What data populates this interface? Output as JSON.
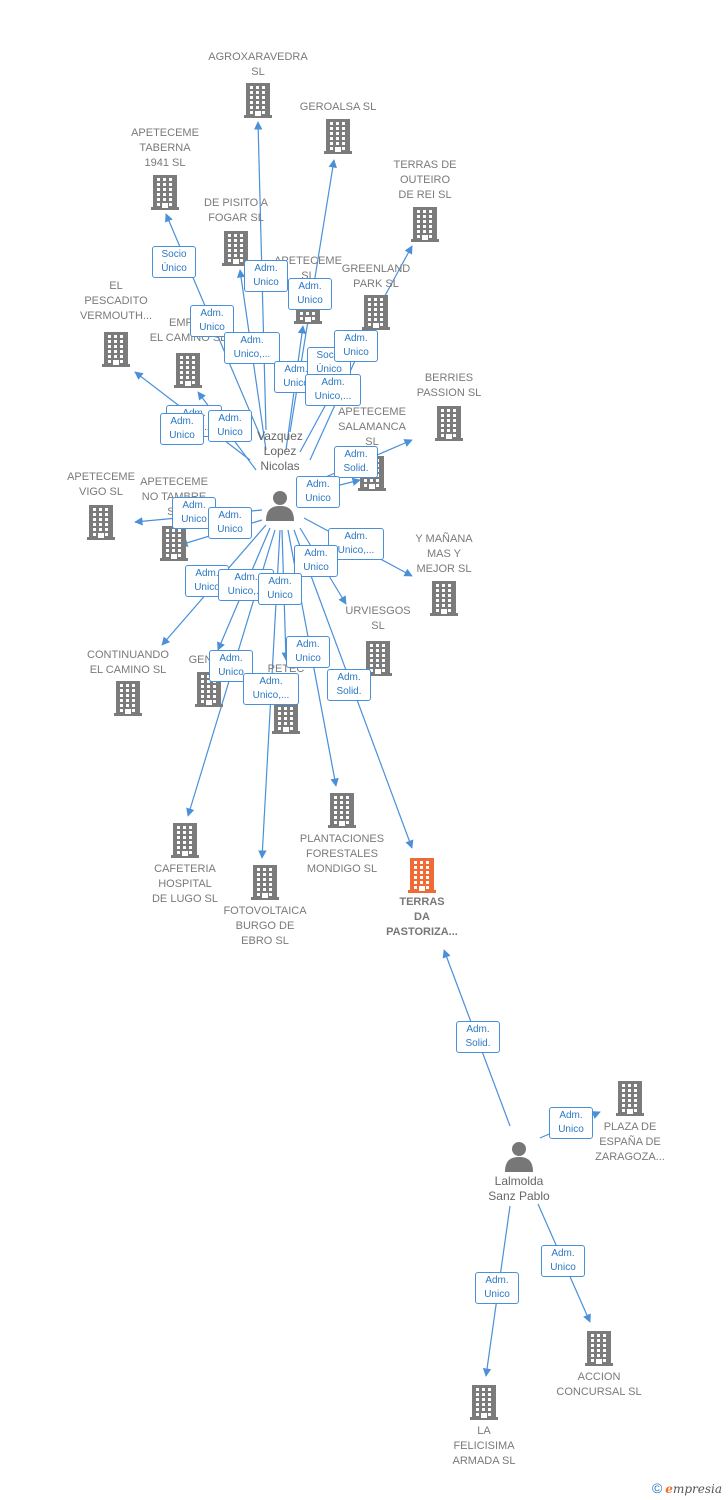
{
  "colors": {
    "edge": "#4a90d9",
    "building": "#7b7b7b",
    "building_main": "#f06a35",
    "person": "#777777",
    "text": "#7a7a7a"
  },
  "people": [
    {
      "id": "vazquez",
      "name": "Vazquez\nLopez\nNicolas",
      "label_pos": "above"
    },
    {
      "id": "lalmolda",
      "name": "Lalmolda\nSanz Pablo",
      "label_pos": "below"
    }
  ],
  "companies": [
    {
      "id": "agroxaravedra",
      "name": "AGROXARAVEDRA\nSL",
      "label_pos": "above"
    },
    {
      "id": "geroalsa",
      "name": "GEROALSA  SL",
      "label_pos": "above"
    },
    {
      "id": "taberna",
      "name": "APETECEME\nTABERNA\n1941  SL",
      "label_pos": "above"
    },
    {
      "id": "depisito",
      "name": "DE PISITO A\nFOGAR  SL",
      "label_pos": "above"
    },
    {
      "id": "apeteceme_sl",
      "name": "APETECEME\nSL",
      "label_pos": "above"
    },
    {
      "id": "outeiro",
      "name": "TERRAS DE\nOUTEIRO\nDE REI  SL",
      "label_pos": "above"
    },
    {
      "id": "greenland",
      "name": "GREENLAND\nPARK  SL",
      "label_pos": "above"
    },
    {
      "id": "pescadito",
      "name": "EL\nPESCADITO\nVERMOUTH...",
      "label_pos": "above"
    },
    {
      "id": "empez",
      "name": "EMPEZ\nEL CAMINO SL",
      "label_pos": "above"
    },
    {
      "id": "berries",
      "name": "BERRIES\nPASSION  SL",
      "label_pos": "above"
    },
    {
      "id": "salamanca",
      "name": "APETECEME\nSALAMANCA\nSL",
      "label_pos": "above"
    },
    {
      "id": "vigo",
      "name": "APETECEME\nVIGO  SL",
      "label_pos": "above"
    },
    {
      "id": "notambre",
      "name": "APETECEME\nNO TAMBRE\nSL",
      "label_pos": "above"
    },
    {
      "id": "ymanana",
      "name": "Y MAÑANA\nMAS Y\nMEJOR  SL",
      "label_pos": "above"
    },
    {
      "id": "urviesgos",
      "name": "URVIESGOS\nSL",
      "label_pos": "above"
    },
    {
      "id": "continuando",
      "name": "CONTINUANDO\nEL CAMINO  SL",
      "label_pos": "above"
    },
    {
      "id": "geniva",
      "name": "GENIVA",
      "label_pos": "above"
    },
    {
      "id": "petec",
      "name": "PETEC\nSL",
      "label_pos": "above"
    },
    {
      "id": "cafeteria",
      "name": "CAFETERIA\nHOSPITAL\nDE LUGO  SL",
      "label_pos": "below"
    },
    {
      "id": "plantaciones",
      "name": "PLANTACIONES\nFORESTALES\nMONDIGO  SL",
      "label_pos": "below"
    },
    {
      "id": "fotovoltaica",
      "name": "FOTOVOLTAICA\nBURGO DE\nEBRO  SL",
      "label_pos": "below"
    },
    {
      "id": "pastoriza",
      "name": "TERRAS\nDA\nPASTORIZA...",
      "label_pos": "below",
      "main": true
    },
    {
      "id": "plaza",
      "name": "PLAZA DE\nESPAÑA DE\nZARAGOZA...",
      "label_pos": "below"
    },
    {
      "id": "accion",
      "name": "ACCION\nCONCURSAL SL",
      "label_pos": "below"
    },
    {
      "id": "felicisima",
      "name": "LA\nFELICISIMA\nARMADA  SL",
      "label_pos": "below"
    }
  ],
  "roles": [
    {
      "id": "r1",
      "text": "Socio\nÚnico"
    },
    {
      "id": "r2",
      "text": "Adm.\nUnico"
    },
    {
      "id": "r3",
      "text": "Adm.\nUnico"
    },
    {
      "id": "r4",
      "text": "Adm.\nUnico"
    },
    {
      "id": "r5",
      "text": "Adm.\nUnico,..."
    },
    {
      "id": "r6",
      "text": "Adm.\nUnico"
    },
    {
      "id": "r7",
      "text": "Socio\nÚnico"
    },
    {
      "id": "r8",
      "text": "Adm.\nUnico"
    },
    {
      "id": "r9",
      "text": "Adm.\nUnico,..."
    },
    {
      "id": "r10",
      "text": "Adm.\nUnico,..."
    },
    {
      "id": "r11",
      "text": "Adm.\nUnico"
    },
    {
      "id": "r12",
      "text": "Adm.\nUnico"
    },
    {
      "id": "r13",
      "text": "Adm.\nSolid."
    },
    {
      "id": "r14",
      "text": "Adm.\nUnico"
    },
    {
      "id": "r15",
      "text": "Adm.\nUnico"
    },
    {
      "id": "r16",
      "text": "Adm.\nUnico"
    },
    {
      "id": "r17",
      "text": "Adm.\nUnico,..."
    },
    {
      "id": "r18",
      "text": "Adm.\nUnico"
    },
    {
      "id": "r19",
      "text": "Adm.\nUnico"
    },
    {
      "id": "r20",
      "text": "Adm.\nUnico,..."
    },
    {
      "id": "r21",
      "text": "Adm.\nUnico"
    },
    {
      "id": "r22",
      "text": "Adm.\nUnico"
    },
    {
      "id": "r23",
      "text": "Adm.\nUnico"
    },
    {
      "id": "r24",
      "text": "Adm.\nUnico,..."
    },
    {
      "id": "r25",
      "text": "Adm.\nSolid."
    },
    {
      "id": "r26",
      "text": "Adm.\nSolid."
    },
    {
      "id": "r27",
      "text": "Adm.\nUnico"
    },
    {
      "id": "r28",
      "text": "Adm.\nUnico"
    },
    {
      "id": "r29",
      "text": "Adm.\nUnico"
    }
  ],
  "edges": [
    {
      "from": "vazquez",
      "to": "agroxaravedra"
    },
    {
      "from": "vazquez",
      "to": "geroalsa"
    },
    {
      "from": "vazquez",
      "to": "taberna"
    },
    {
      "from": "vazquez",
      "to": "depisito"
    },
    {
      "from": "vazquez",
      "to": "apeteceme_sl"
    },
    {
      "from": "vazquez",
      "to": "outeiro"
    },
    {
      "from": "vazquez",
      "to": "greenland"
    },
    {
      "from": "vazquez",
      "to": "pescadito"
    },
    {
      "from": "vazquez",
      "to": "empez"
    },
    {
      "from": "vazquez",
      "to": "berries"
    },
    {
      "from": "vazquez",
      "to": "salamanca"
    },
    {
      "from": "vazquez",
      "to": "vigo"
    },
    {
      "from": "vazquez",
      "to": "notambre"
    },
    {
      "from": "vazquez",
      "to": "ymanana"
    },
    {
      "from": "vazquez",
      "to": "urviesgos"
    },
    {
      "from": "vazquez",
      "to": "continuando"
    },
    {
      "from": "vazquez",
      "to": "geniva"
    },
    {
      "from": "vazquez",
      "to": "petec"
    },
    {
      "from": "vazquez",
      "to": "cafeteria"
    },
    {
      "from": "vazquez",
      "to": "plantaciones"
    },
    {
      "from": "vazquez",
      "to": "fotovoltaica"
    },
    {
      "from": "vazquez",
      "to": "pastoriza"
    },
    {
      "from": "lalmolda",
      "to": "pastoriza"
    },
    {
      "from": "lalmolda",
      "to": "plaza"
    },
    {
      "from": "lalmolda",
      "to": "accion"
    },
    {
      "from": "lalmolda",
      "to": "felicisima"
    }
  ],
  "footer": {
    "copyright": "©",
    "brand_e": "e",
    "brand_rest": "mpresia"
  }
}
